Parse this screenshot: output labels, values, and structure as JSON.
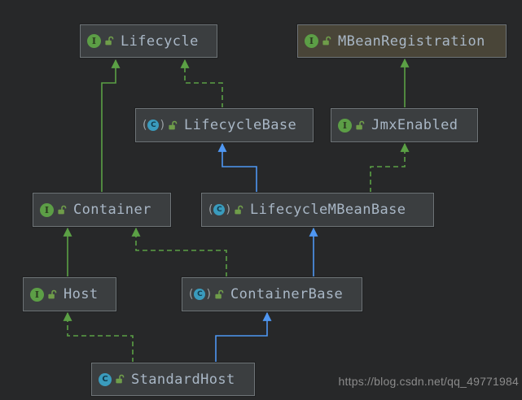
{
  "diagram": {
    "watermark": "https://blog.csdn.net/qq_49771984",
    "colors": {
      "background": "#272829",
      "edge_green": "#5ba045",
      "edge_blue": "#4f97f2",
      "node_fill": "#3b3e40",
      "library_node_fill": "#494538",
      "node_border": "#6e7477",
      "label_text": "#a9b7c6",
      "interface_icon_green": "#5c9e46",
      "class_icon_teal": "#3a9bbd",
      "lock_icon_green": "#6f9d4a",
      "watermark_text": "#8b8b8b"
    },
    "icons": {
      "interface_glyph": "I",
      "class_glyph": "C",
      "abstract_open": "(",
      "abstract_close": ")"
    },
    "nodes": [
      {
        "label": "Lifecycle",
        "kind": "interface"
      },
      {
        "label": "MBeanRegistration",
        "kind": "interface (library)"
      },
      {
        "label": "LifecycleBase",
        "kind": "abstract class"
      },
      {
        "label": "JmxEnabled",
        "kind": "interface"
      },
      {
        "label": "Container",
        "kind": "interface"
      },
      {
        "label": "LifecycleMBeanBase",
        "kind": "abstract class"
      },
      {
        "label": "Host",
        "kind": "interface"
      },
      {
        "label": "ContainerBase",
        "kind": "abstract class"
      },
      {
        "label": "StandardHost",
        "kind": "class"
      }
    ],
    "edges": [
      {
        "from": "Container",
        "to": "Lifecycle",
        "relation": "extends",
        "line": "solid",
        "color": "green"
      },
      {
        "from": "LifecycleBase",
        "to": "Lifecycle",
        "relation": "implements",
        "line": "dashed",
        "color": "green"
      },
      {
        "from": "JmxEnabled",
        "to": "MBeanRegistration",
        "relation": "extends",
        "line": "solid",
        "color": "green"
      },
      {
        "from": "LifecycleMBeanBase",
        "to": "LifecycleBase",
        "relation": "extends",
        "line": "solid",
        "color": "blue"
      },
      {
        "from": "LifecycleMBeanBase",
        "to": "JmxEnabled",
        "relation": "implements",
        "line": "dashed",
        "color": "green"
      },
      {
        "from": "Host",
        "to": "Container",
        "relation": "extends",
        "line": "solid",
        "color": "green"
      },
      {
        "from": "ContainerBase",
        "to": "Container",
        "relation": "implements",
        "line": "dashed",
        "color": "green"
      },
      {
        "from": "ContainerBase",
        "to": "LifecycleMBeanBase",
        "relation": "extends",
        "line": "solid",
        "color": "blue"
      },
      {
        "from": "StandardHost",
        "to": "Host",
        "relation": "implements",
        "line": "dashed",
        "color": "green"
      },
      {
        "from": "StandardHost",
        "to": "ContainerBase",
        "relation": "extends",
        "line": "solid",
        "color": "blue"
      }
    ]
  }
}
